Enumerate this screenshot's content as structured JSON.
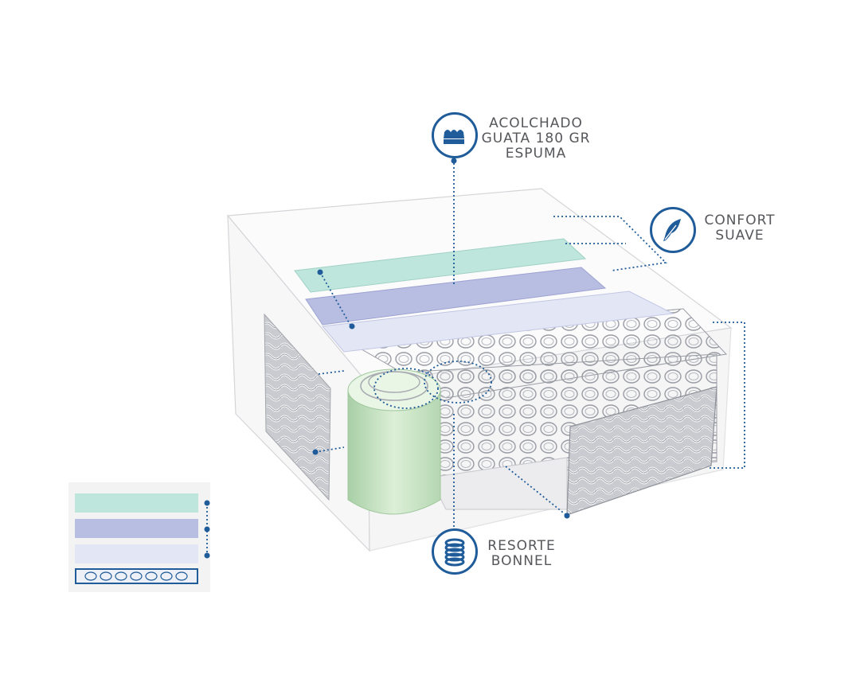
{
  "callouts": {
    "top": {
      "lines": [
        "ACOLCHADO",
        "GUATA 180 GR",
        "ESPUMA"
      ],
      "icon": "quilt-foam-icon"
    },
    "right": {
      "lines": [
        "CONFORT",
        "SUAVE"
      ],
      "icon": "feather-icon"
    },
    "bottom": {
      "lines": [
        "RESORTE",
        "BONNEL"
      ],
      "icon": "coil-spring-icon"
    }
  },
  "colors": {
    "accent": "#1f5c99",
    "foam_green": "#bfe6dc",
    "foam_lavender": "#b8bde2",
    "foam_white": "#e3e6f5",
    "text": "#55575a"
  },
  "legend": {
    "layers": [
      "foam-green-layer",
      "foam-lavender-layer",
      "fiber-white-layer",
      "spring-layer"
    ]
  }
}
